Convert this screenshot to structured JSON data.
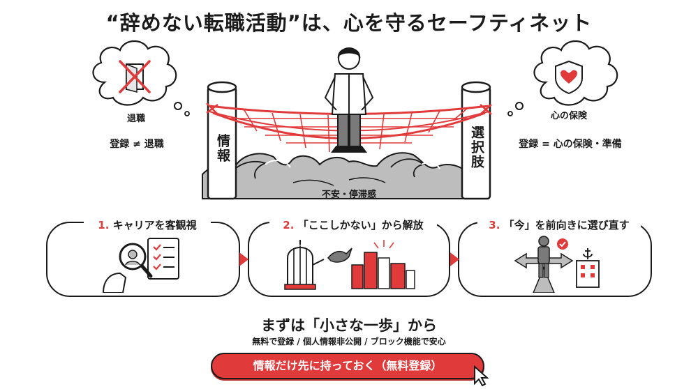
{
  "title": "“辞めない転職活動”は、心を守るセーフティネット",
  "left_bubble": {
    "label": "退職",
    "caption": "登録 ≠ 退職",
    "icon": "crossed-door-icon"
  },
  "right_bubble": {
    "label": "心の保険",
    "caption": "登録 = 心の保険・準備",
    "icon": "heart-shield-icon"
  },
  "pillars": {
    "left": "情報",
    "right": "選択肢"
  },
  "waves_label": "不安・停滞感",
  "steps": [
    {
      "num": "1.",
      "label": "キャリアを客観視",
      "icon": "magnifier-checklist-icon"
    },
    {
      "num": "2.",
      "label": "「ここしかない」から解放",
      "icon": "cage-bird-city-icon"
    },
    {
      "num": "3.",
      "label": "「今」を前向きに選び直す",
      "icon": "crossroads-icon"
    }
  ],
  "cta": {
    "title": "まずは「小さな一歩」から",
    "subtitle": "無料で登録 / 個人情報非公開 / ブロック機能で安心",
    "button": "情報だけ先に持っておく（無料登録）"
  },
  "colors": {
    "accent": "#e03a3a",
    "ink": "#1a1a1a",
    "gray": "#bdbdbd"
  }
}
